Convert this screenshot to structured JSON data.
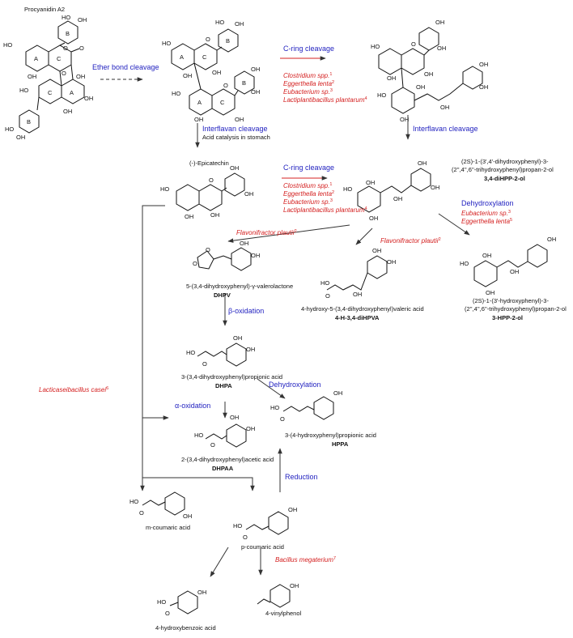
{
  "title": "Procyanidin A2",
  "colors": {
    "process": "#1f1fbf",
    "organism": "#d42020",
    "ink": "#111111",
    "arrow": "#333333"
  },
  "compounds": {
    "epicatechin": {
      "name": "(-)-Epicatechin"
    },
    "diHPP": {
      "line1": "(2S)-1-(3',4'-dihydroxyphenyl)-3-",
      "line2": "(2'',4'',6''-trihydroxyphenyl)propan-2-ol",
      "abbr": "3,4-diHPP-2-ol"
    },
    "HPP": {
      "line1": "(2S)-1-(3'-hydroxyphenyl)-3-",
      "line2": "(2'',4'',6''-trihydroxyphenyl)propan-2-ol",
      "abbr": "3-HPP-2-ol"
    },
    "DHPV": {
      "name": "5-(3,4-dihydroxyphenyl)-γ-valerolactone",
      "abbr": "DHPV"
    },
    "HdiHPVA": {
      "name": "4-hydroxy-5-(3,4-dihydroxyphenyl)valeric acid",
      "abbr": "4-H-3,4-diHPVA"
    },
    "DHPA": {
      "name": "3-(3,4-dihydroxyphenyl)propionic acid",
      "abbr": "DHPA"
    },
    "HPPA": {
      "name": "3-(4-hydroxyphenyl)propionic acid",
      "abbr": "HPPA"
    },
    "DHPAA": {
      "name": "2-(3,4-dihydroxyphenyl)acetic acid",
      "abbr": "DHPAA"
    },
    "mcoumaric": {
      "name": "m-coumaric acid"
    },
    "pcoumaric": {
      "name": "p-coumaric acid"
    },
    "hba": {
      "name": "4-hydroxybenzoic acid"
    },
    "vinylphenol": {
      "name": "4-vinylphenol"
    }
  },
  "processes": {
    "ether": "Ether bond cleavage",
    "cring1": "C-ring cleavage",
    "interflavan1": "Interflavan cleavage",
    "acidcat": "Acid catalysis in stomach",
    "interflavan2": "Interflavan cleavage",
    "cring2": "C-ring cleavage",
    "dehydroxylation1": "Dehydroxylation",
    "beta": "β-oxidation",
    "dehydroxylation2": "Dehydroxylation",
    "alpha": "α-oxidation",
    "reduction": "Reduction"
  },
  "organisms": {
    "clostridium": "Clostridium spp.",
    "eggerthella": "Eggerthella lenta",
    "eubacterium": "Eubacterium sp.",
    "lactiplantibacillus": "Lactiplantibacillus plantarum",
    "flavonifractor": "Flavonifractor plautii",
    "lacticaseibacillus": "Lacticaseibacillus casei",
    "bacillus": "Bacillus megaterium"
  },
  "refs": {
    "r1": "1",
    "r2": "2",
    "r3": "3",
    "r4": "4",
    "r5": "5",
    "r6": "6",
    "r7": "7"
  },
  "atoms": {
    "HO": "HO",
    "OH": "OH",
    "O": "O",
    "ring_A": "A",
    "ring_B": "B",
    "ring_C": "C"
  }
}
